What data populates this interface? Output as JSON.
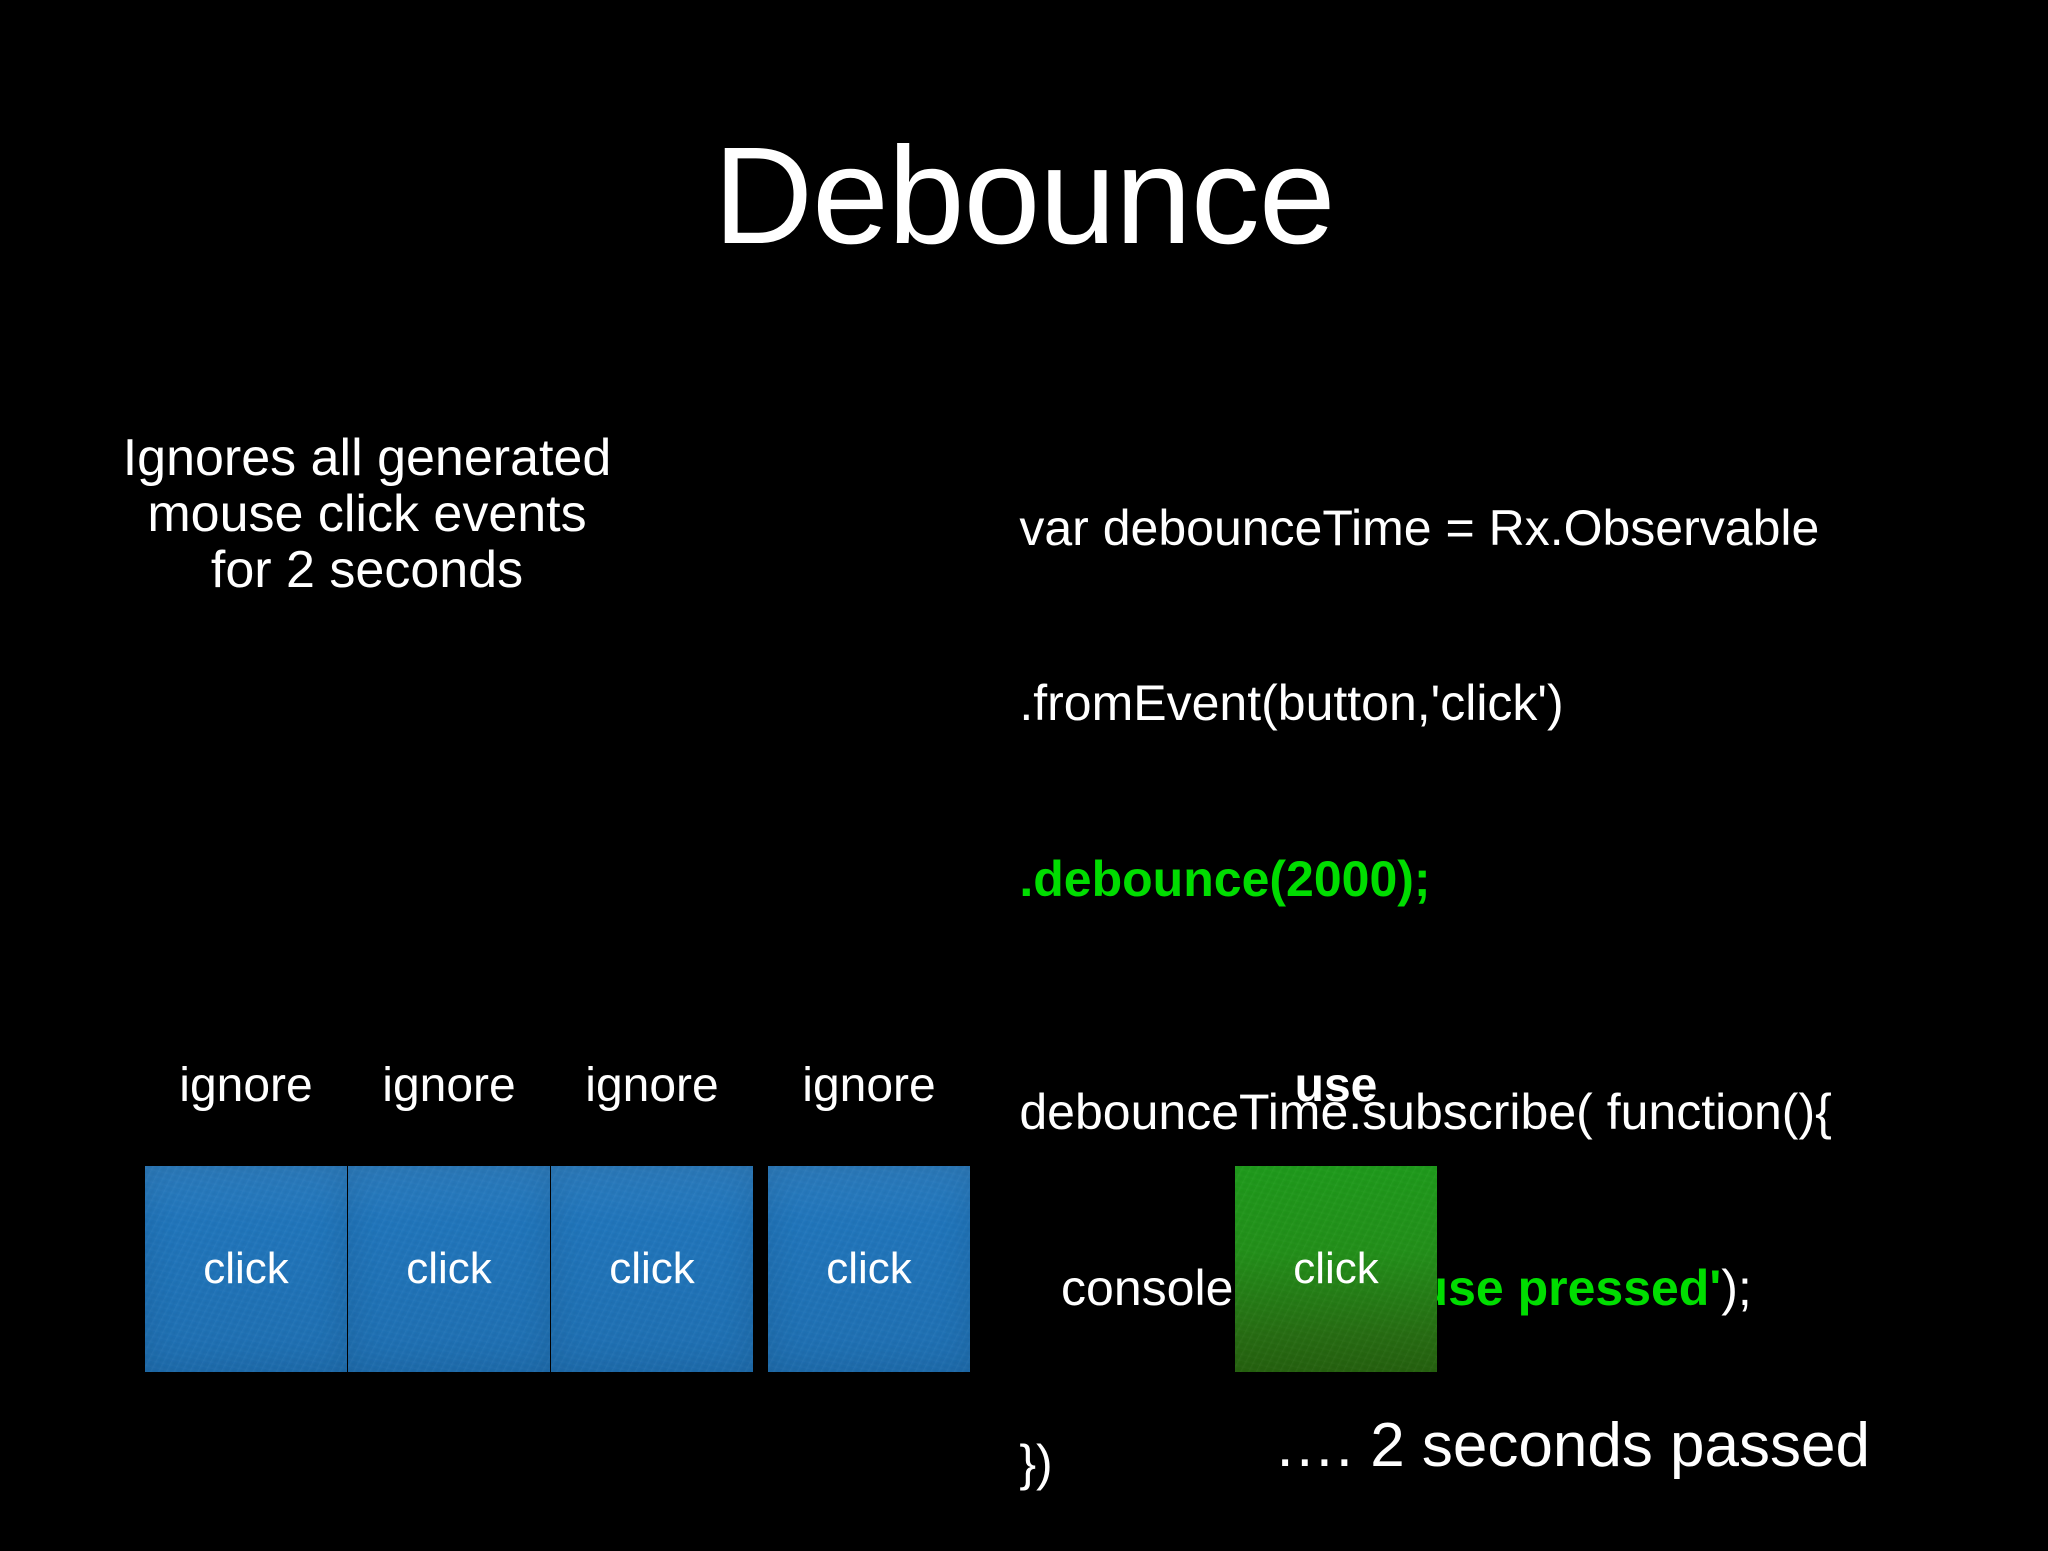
{
  "slide": {
    "background_color": "#000000",
    "title": "Debounce",
    "description": {
      "lines": [
        "Ignores all generated",
        "mouse click events",
        "for 2 seconds"
      ]
    },
    "code": {
      "accent_color": "#00dd00",
      "lines": [
        {
          "id": "line-1",
          "parts": [
            {
              "text": "var debounceTime = Rx.Observable",
              "style": "plain"
            }
          ]
        },
        {
          "id": "line-2",
          "parts": [
            {
              "text": ".fromEvent(button,'click')",
              "style": "plain"
            }
          ]
        },
        {
          "id": "line-3",
          "parts": [
            {
              "text": ".debounce(2000);",
              "style": "highlight"
            }
          ]
        },
        {
          "id": "line-blank",
          "parts": [
            {
              "text": " ",
              "style": "plain"
            }
          ]
        },
        {
          "id": "line-4",
          "parts": [
            {
              "text": "debounceTime.subscribe( function(){",
              "style": "plain"
            }
          ]
        },
        {
          "id": "line-5",
          "parts": [
            {
              "text": "   console.log(",
              "style": "plain"
            },
            {
              "text": "'mouse pressed'",
              "style": "highlight"
            },
            {
              "text": ");",
              "style": "plain"
            }
          ]
        },
        {
          "id": "line-6",
          "parts": [
            {
              "text": "})",
              "style": "plain"
            }
          ]
        }
      ]
    },
    "events": {
      "box_label": "click",
      "blue_color": "#2176bc",
      "green_color_top": "#1f9b1c",
      "green_color_bottom": "#25610f",
      "items": [
        {
          "label": "ignore",
          "state": "ignored",
          "emphasis": "normal",
          "color": "blue",
          "click_text": "click"
        },
        {
          "label": "ignore",
          "state": "ignored",
          "emphasis": "normal",
          "color": "blue",
          "click_text": "click"
        },
        {
          "label": "ignore",
          "state": "ignored",
          "emphasis": "normal",
          "color": "blue",
          "click_text": "click"
        },
        {
          "label": "ignore",
          "state": "ignored",
          "emphasis": "normal",
          "color": "blue",
          "click_text": "click"
        },
        {
          "label": "use",
          "state": "used",
          "emphasis": "bold",
          "color": "green",
          "click_text": "click"
        }
      ]
    },
    "footer_note": "…. 2 seconds passed"
  }
}
